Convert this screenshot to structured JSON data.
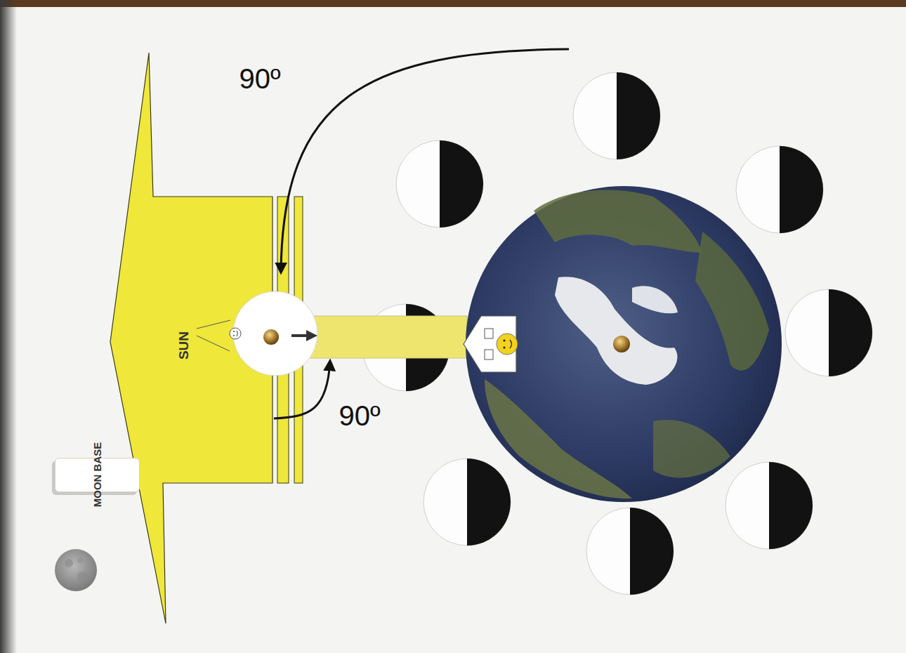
{
  "diagram": {
    "nodes": [
      {
        "text": [
          "MOON BASE"
        ]
      }
    ],
    "labels": [
      "90º",
      "90º",
      "SUN"
    ]
  }
}
